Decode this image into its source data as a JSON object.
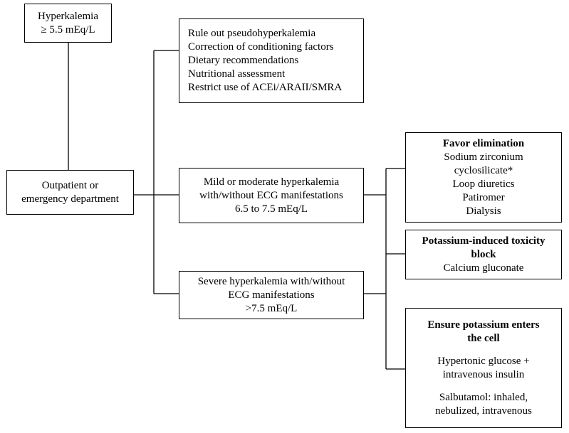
{
  "diagram": {
    "nodes": {
      "hyperkalemia": {
        "lines": [
          "Hyperkalemia",
          "≥ 5.5 mEq/L"
        ]
      },
      "setting": {
        "lines": [
          "Outpatient or",
          "emergency department"
        ]
      },
      "general_measures": {
        "lines": [
          "Rule out pseudohyperkalemia",
          "Correction of conditioning factors",
          "Dietary recommendations",
          "Nutritional assessment",
          "Restrict use of ACEi/ARAII/SMRA"
        ]
      },
      "mild_moderate": {
        "lines": [
          "Mild or moderate hyperkalemia",
          "with/without ECG manifestations",
          "6.5 to 7.5 mEq/L"
        ]
      },
      "severe": {
        "lines": [
          "Severe hyperkalemia with/without",
          "ECG manifestations",
          ">7.5 mEq/L"
        ]
      },
      "favor_elimination": {
        "title": "Favor elimination",
        "lines": [
          "Sodium zirconium",
          "cyclosilicate*",
          "Loop diuretics",
          "Patiromer",
          "Dialysis"
        ]
      },
      "toxicity_block": {
        "title_lines": [
          "Potassium-induced toxicity",
          "block"
        ],
        "lines": [
          "Calcium gluconate"
        ]
      },
      "potassium_enters": {
        "title_lines": [
          "Ensure potassium enters",
          "the cell"
        ],
        "group1": [
          "Hypertonic glucose +",
          "intravenous insulin"
        ],
        "group2": [
          "Salbutamol: inhaled,",
          "nebulized, intravenous"
        ]
      }
    }
  }
}
